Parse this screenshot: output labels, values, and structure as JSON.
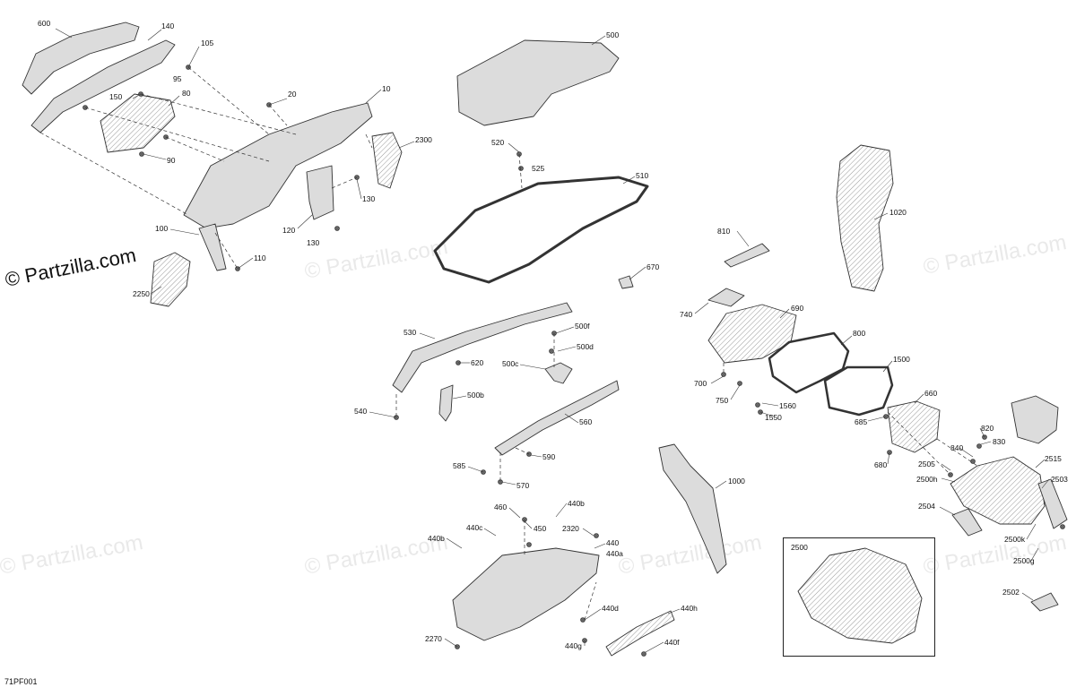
{
  "watermark": {
    "text": "© Partzilla.com"
  },
  "document_id": "71PF001",
  "inset": {
    "label": "2500"
  },
  "callouts": [
    "600",
    "140",
    "105",
    "95",
    "150",
    "80",
    "20",
    "10",
    "2300",
    "90",
    "130",
    "120",
    "100",
    "110",
    "2250",
    "500",
    "520",
    "525",
    "510",
    "810",
    "670",
    "1020",
    "690",
    "740",
    "530",
    "620",
    "500f",
    "500d",
    "500c",
    "500b",
    "540",
    "560",
    "590",
    "585",
    "570",
    "700",
    "750",
    "800",
    "1500",
    "1560",
    "1550",
    "660",
    "685",
    "820",
    "830",
    "840",
    "680",
    "2505",
    "2500h",
    "2515",
    "2503",
    "2504",
    "2500k",
    "2500g",
    "2502",
    "1000",
    "460",
    "440b",
    "450",
    "440c",
    "2320",
    "440",
    "440a",
    "2270",
    "440d",
    "440g",
    "440h",
    "440f",
    "2500"
  ]
}
